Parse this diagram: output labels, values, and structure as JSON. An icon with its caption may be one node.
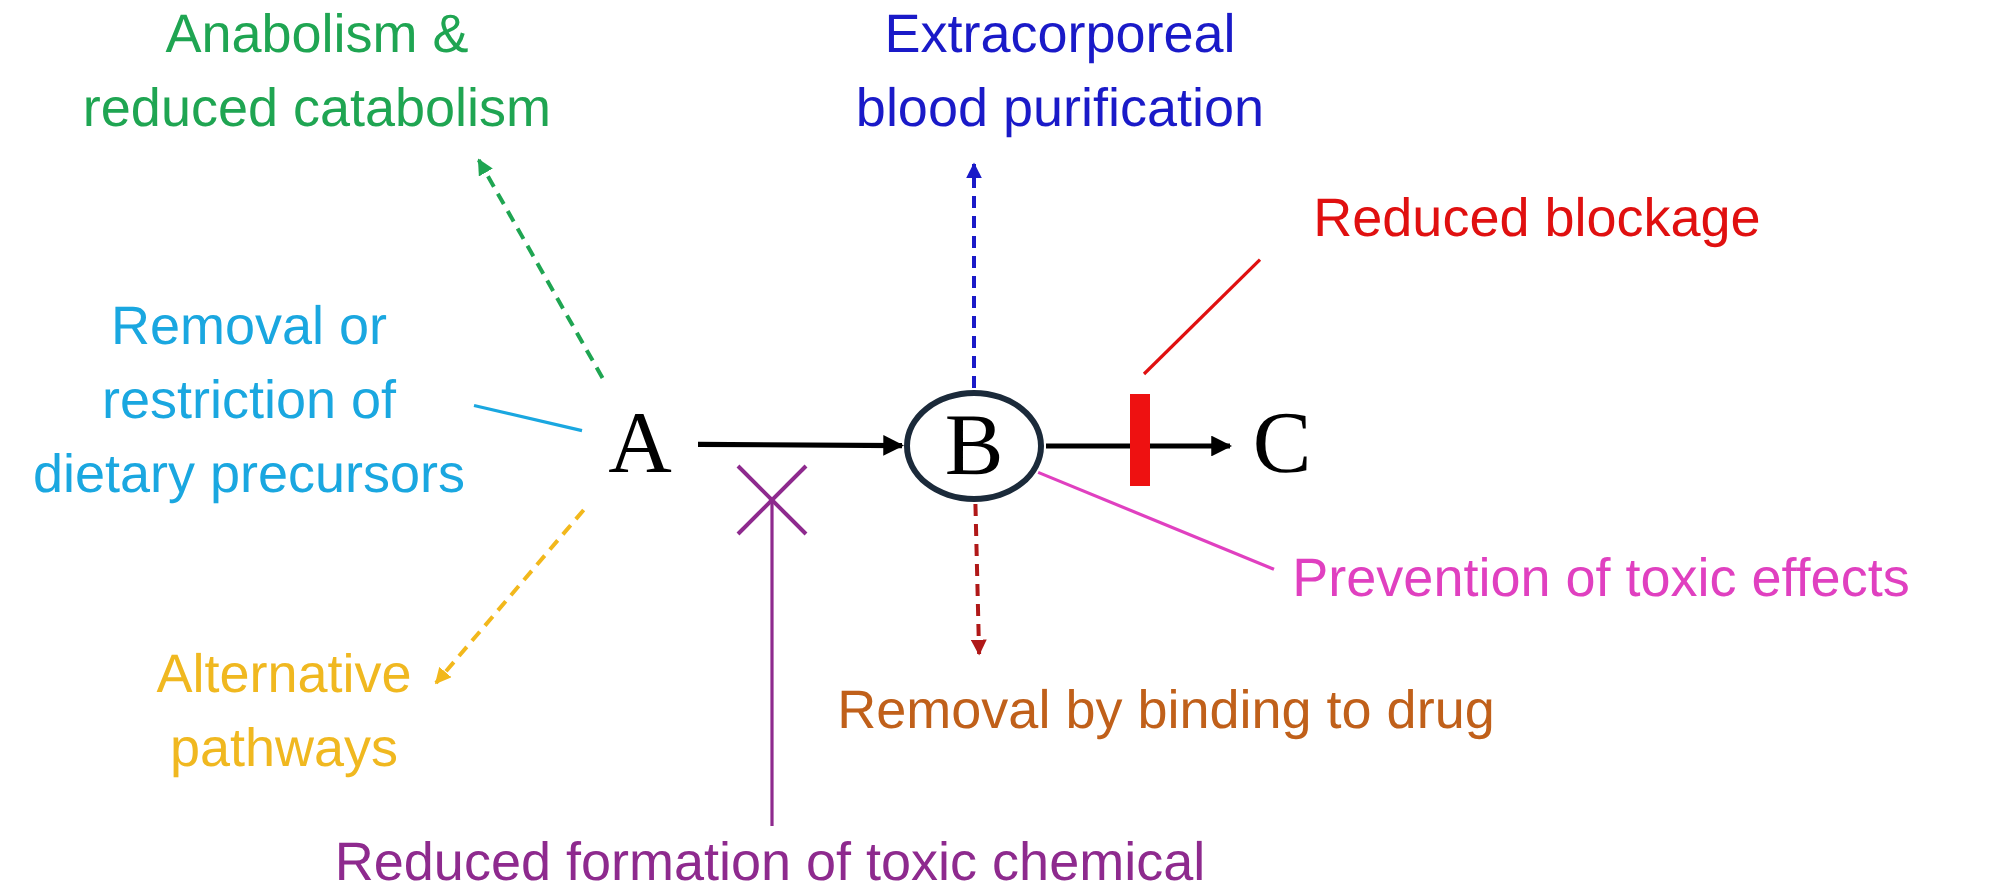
{
  "diagram": {
    "nodes": [
      {
        "text": [
          "A"
        ]
      },
      {
        "text": [
          "B"
        ]
      },
      {
        "text": [
          "C"
        ]
      },
      {
        "text": [
          "Anabolism & reduced catabolism"
        ]
      },
      {
        "text": [
          "Extracorporeal blood purification"
        ]
      },
      {
        "text": [
          "Reduced blockage"
        ]
      },
      {
        "text": [
          "Removal or restriction of dietary precursors"
        ]
      },
      {
        "text": [
          "Prevention of toxic effects"
        ]
      },
      {
        "text": [
          "Alternative pathways"
        ]
      },
      {
        "text": [
          "Removal by binding to drug"
        ]
      },
      {
        "text": [
          "Reduced formation of toxic chemical"
        ]
      },
      {
        "text": [],
        "shape": "cross"
      },
      {
        "text": [],
        "shape": "bar"
      }
    ],
    "edges": [
      {
        "from": 0,
        "to": 1,
        "arrow": "to"
      },
      {
        "from": 1,
        "to": 2,
        "arrow": "to"
      },
      {
        "from": 0,
        "to": 3,
        "arrow": "to",
        "style": "dashed",
        "color": "#1fa552"
      },
      {
        "from": 1,
        "to": 4,
        "arrow": "to",
        "style": "dashed",
        "color": "#1a1ac8"
      },
      {
        "from": 0,
        "to": 8,
        "arrow": "to",
        "style": "dashed",
        "color": "#f2b81c"
      },
      {
        "from": 1,
        "to": 9,
        "arrow": "to",
        "style": "dashed",
        "color": "#b01818"
      },
      {
        "from": 6,
        "to": 0,
        "arrow": "none",
        "color": "#1aa7e0"
      },
      {
        "from": 5,
        "to": 12,
        "arrow": "none",
        "color": "#e01010"
      },
      {
        "from": 1,
        "to": 7,
        "arrow": "none",
        "color": "#e040c0"
      },
      {
        "from": 10,
        "to": 11,
        "arrow": "none",
        "color": "#8e2a8e"
      }
    ]
  }
}
